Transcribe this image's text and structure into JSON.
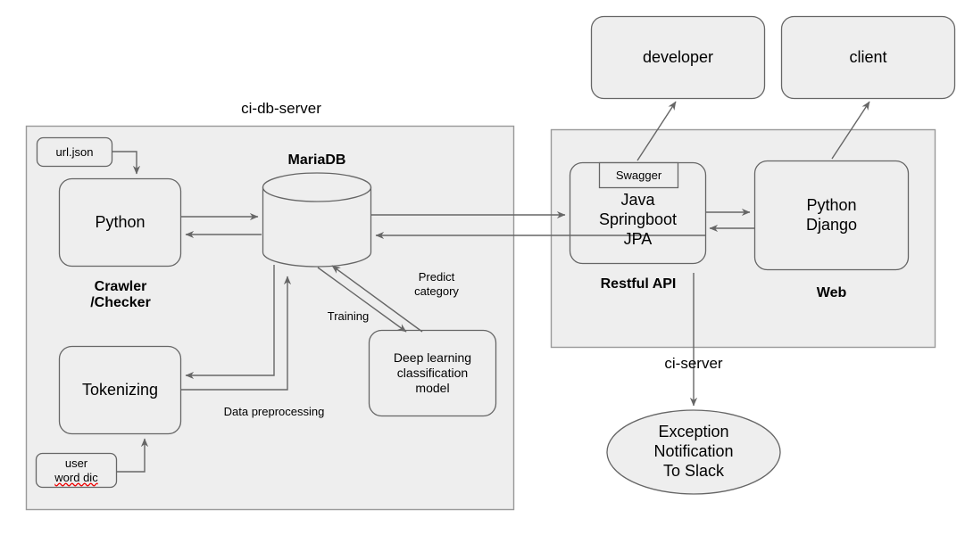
{
  "diagram": {
    "title_ci_db_server": "ci-db-server",
    "title_ci_server": "ci-server"
  },
  "panels": {
    "ci_db_server": {
      "label": "ci-db-server"
    },
    "ci_server": {
      "label": "ci-server"
    }
  },
  "nodes": {
    "url_json": {
      "label": "url.json"
    },
    "python_crawler": {
      "label": "Python"
    },
    "tokenizing": {
      "label": "Tokenizing"
    },
    "user_word_dic": {
      "line1": "user",
      "line2": "word dic"
    },
    "mariadb": {
      "label": "MariaDB"
    },
    "deep_learning": {
      "label": "Deep learning\nclassification\nmodel"
    },
    "swagger": {
      "label": "Swagger"
    },
    "java_springboot": {
      "label": "Java\nSpringboot\nJPA"
    },
    "python_django": {
      "label": "Python\nDjango"
    },
    "developer": {
      "label": "developer"
    },
    "client": {
      "label": "client"
    },
    "exception_notification": {
      "label": "Exception\nNotification\nTo Slack"
    }
  },
  "captions": {
    "crawler_checker": "Crawler\n/Checker",
    "restful_api": "Restful API",
    "web": "Web"
  },
  "edge_labels": {
    "training": "Training",
    "predict_category": "Predict\ncategory",
    "data_preprocessing": "Data preprocessing"
  },
  "colors": {
    "node_fill": "#eeeeee",
    "node_stroke": "#666666",
    "panel_fill": "#eeeeee",
    "panel_stroke": "#999999",
    "arrow": "#666666",
    "text": "#000000",
    "spellcheck_underline": "#ee0000",
    "page_background": "#ffffff"
  }
}
